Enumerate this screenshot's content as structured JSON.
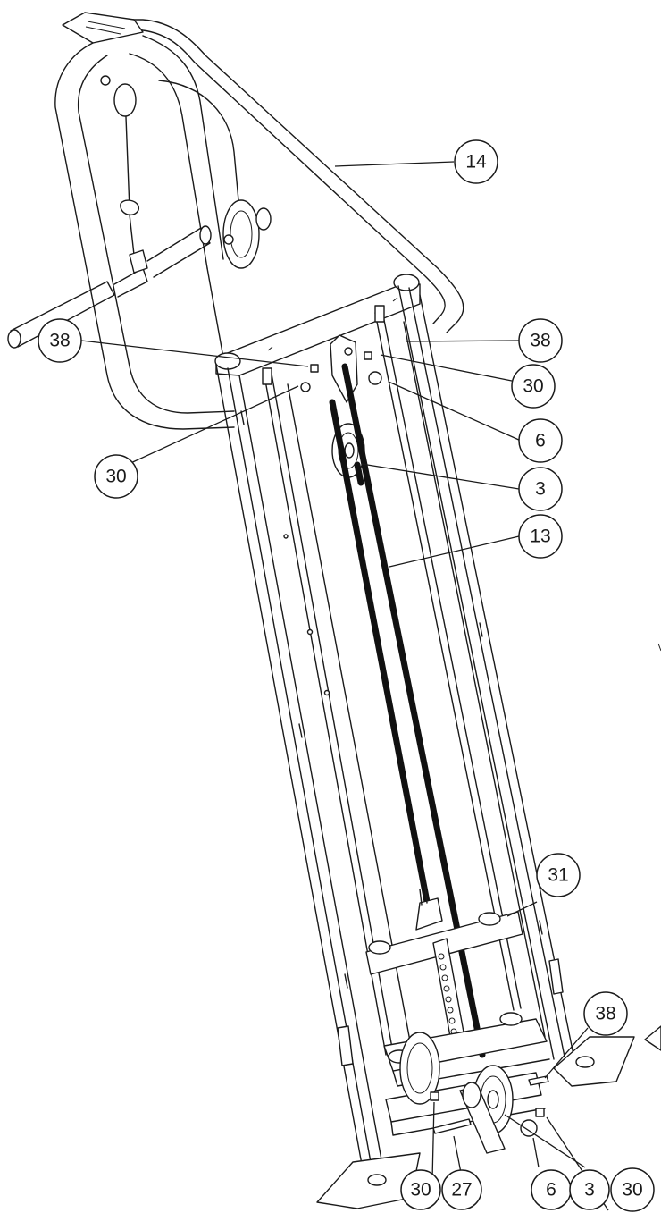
{
  "callouts": [
    {
      "label": "14"
    },
    {
      "label": "38"
    },
    {
      "label": "38"
    },
    {
      "label": "30"
    },
    {
      "label": "30"
    },
    {
      "label": "6"
    },
    {
      "label": "3"
    },
    {
      "label": "13"
    },
    {
      "label": "31"
    },
    {
      "label": "38"
    },
    {
      "label": "30"
    },
    {
      "label": "30"
    },
    {
      "label": "27"
    },
    {
      "label": "6"
    },
    {
      "label": "3"
    }
  ]
}
